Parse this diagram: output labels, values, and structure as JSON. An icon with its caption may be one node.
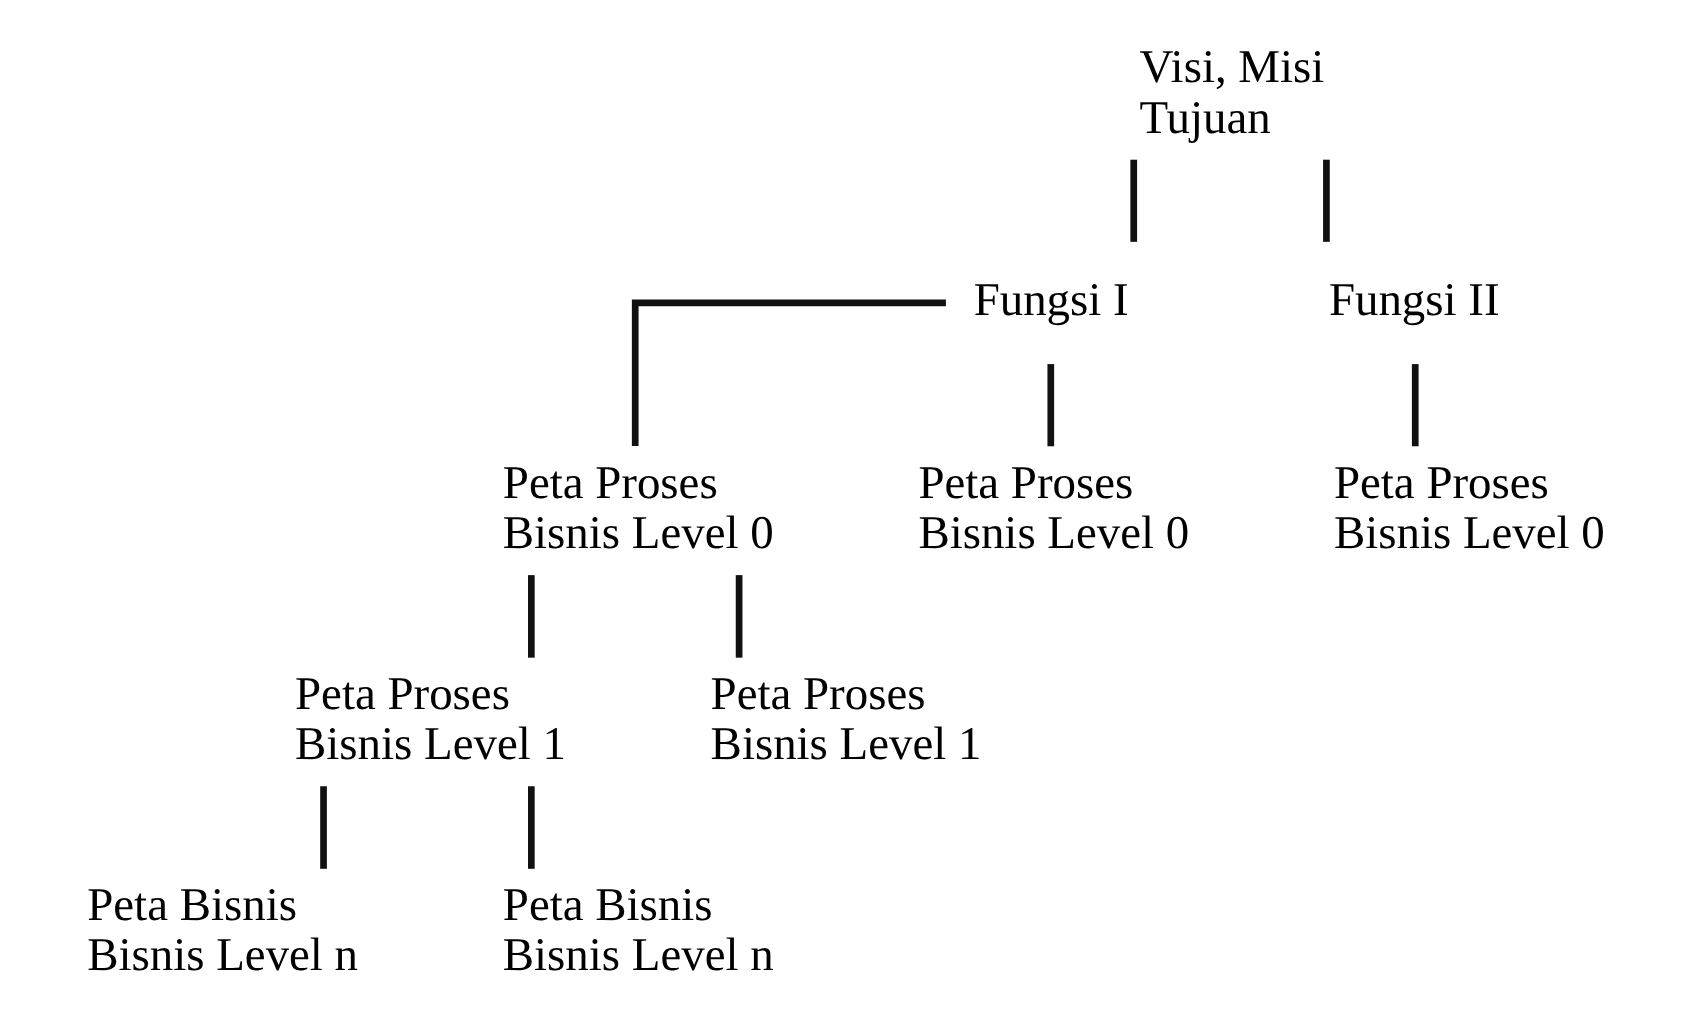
{
  "diagram": {
    "nodes": [
      {
        "text": [
          "Visi, Misi Tujuan"
        ]
      },
      {
        "text": [
          "Fungsi I"
        ]
      },
      {
        "text": [
          "Fungsi II"
        ]
      },
      {
        "text": [
          "Peta Proses Bisnis Level 0"
        ]
      },
      {
        "text": [
          "Peta Proses Bisnis Level 0"
        ]
      },
      {
        "text": [
          "Peta Proses Bisnis Level 0"
        ]
      },
      {
        "text": [
          "Peta Proses Bisnis Level 1"
        ]
      },
      {
        "text": [
          "Peta Proses Bisnis Level 1"
        ]
      },
      {
        "text": [
          "Peta Bisnis Bisnis Level n"
        ]
      },
      {
        "text": [
          "Peta Bisnis Bisnis Level n"
        ]
      }
    ],
    "edges": [
      {
        "from": 0,
        "to": 1,
        "arrow": "none"
      },
      {
        "from": 0,
        "to": 2,
        "arrow": "none"
      },
      {
        "from": 1,
        "to": 3,
        "arrow": "none"
      },
      {
        "from": 1,
        "to": 4,
        "arrow": "none"
      },
      {
        "from": 2,
        "to": 5,
        "arrow": "none"
      },
      {
        "from": 3,
        "to": 6,
        "arrow": "none"
      },
      {
        "from": 3,
        "to": 7,
        "arrow": "none"
      },
      {
        "from": 6,
        "to": 8,
        "arrow": "none"
      },
      {
        "from": 6,
        "to": 9,
        "arrow": "none"
      }
    ]
  }
}
